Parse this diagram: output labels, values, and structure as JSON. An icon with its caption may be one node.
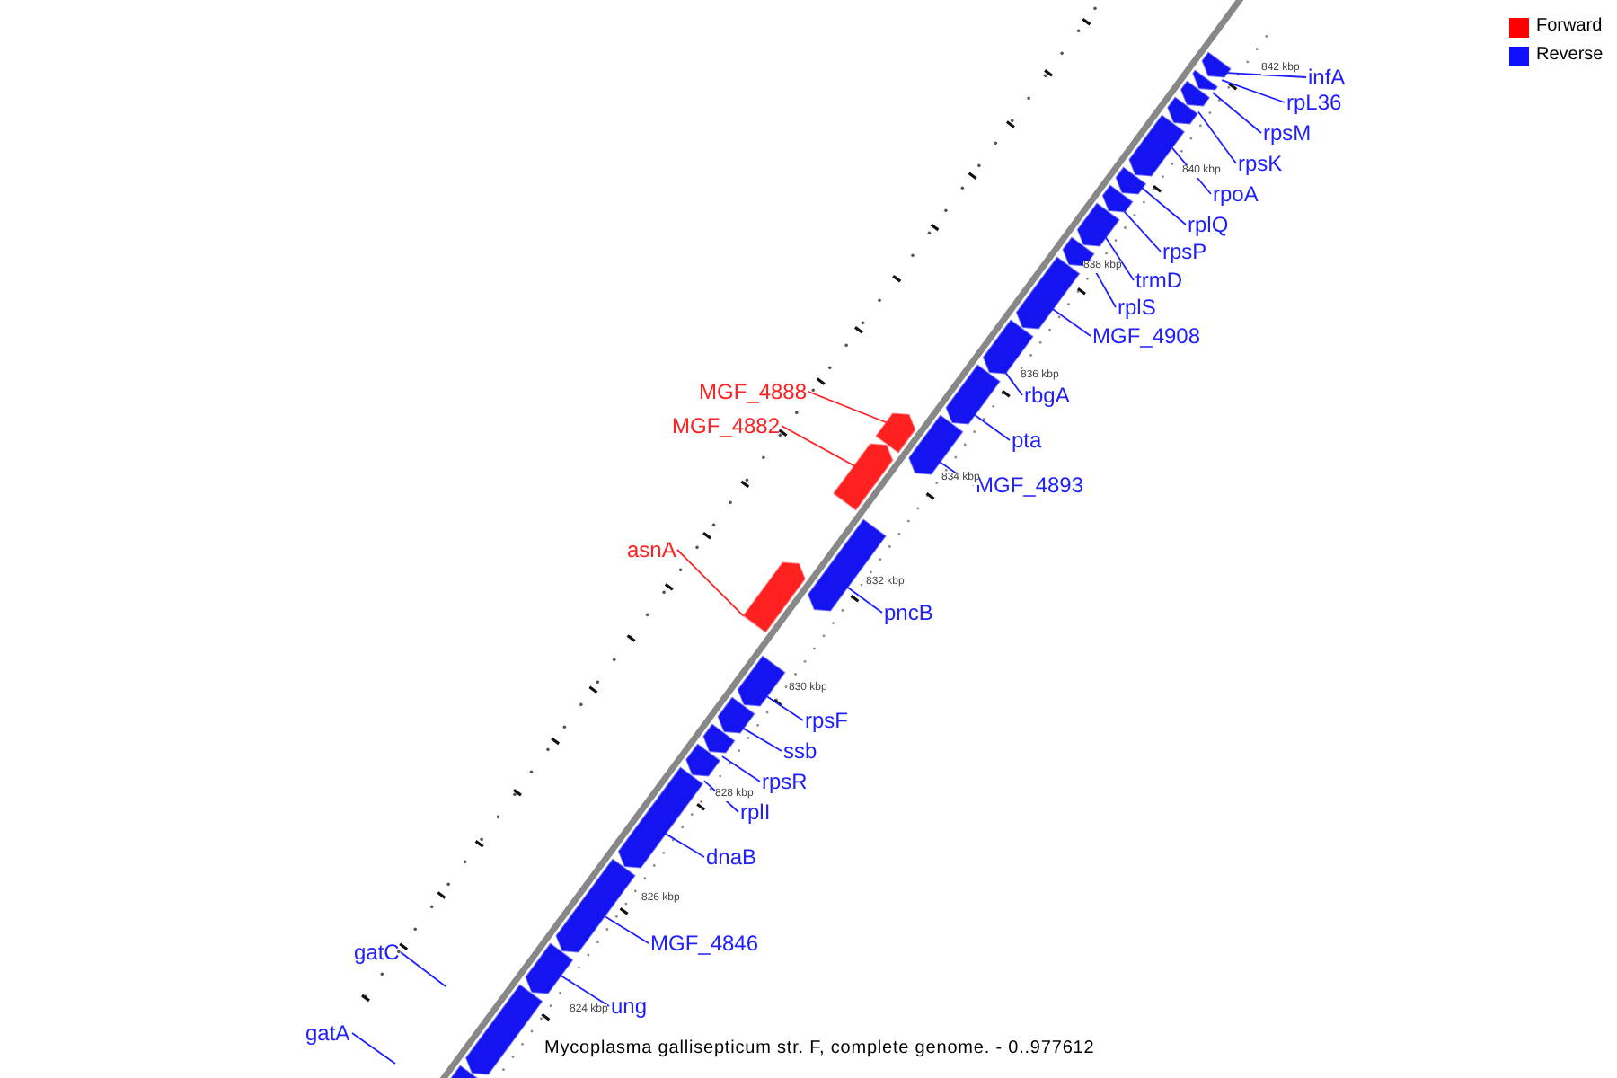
{
  "diagram": {
    "caption": "Mycoplasma gallisepticum str. F, complete genome. - 0..977612",
    "nodes": [
      {
        "text": [
          "infA"
        ]
      },
      {
        "text": [
          "rpL36"
        ]
      },
      {
        "text": [
          "rpsM"
        ]
      },
      {
        "text": [
          "rpsK"
        ]
      },
      {
        "text": [
          "rpoA"
        ]
      },
      {
        "text": [
          "rplQ"
        ]
      },
      {
        "text": [
          "rpsP"
        ]
      },
      {
        "text": [
          "trmD"
        ]
      },
      {
        "text": [
          "rplS"
        ]
      },
      {
        "text": [
          "MGF_4908"
        ]
      },
      {
        "text": [
          "MGF_4888"
        ]
      },
      {
        "text": [
          "rbgA"
        ]
      },
      {
        "text": [
          "MGF_4882"
        ]
      },
      {
        "text": [
          "pta"
        ]
      },
      {
        "text": [
          "MGF_4893"
        ]
      },
      {
        "text": [
          "asnA"
        ]
      },
      {
        "text": [
          "pncB"
        ]
      },
      {
        "text": [
          "rpsF"
        ]
      },
      {
        "text": [
          "ssb"
        ]
      },
      {
        "text": [
          "rpsR"
        ]
      },
      {
        "text": [
          "rplI"
        ]
      },
      {
        "text": [
          "dnaB"
        ]
      },
      {
        "text": [
          "MGF_4846"
        ]
      },
      {
        "text": [
          "gatC"
        ]
      },
      {
        "text": [
          "ung"
        ]
      },
      {
        "text": [
          "gatA"
        ]
      },
      {
        "text": [],
        "shape": "box"
      },
      {
        "text": [],
        "shape": "box"
      },
      {
        "text": [],
        "shape": "box"
      },
      {
        "text": [],
        "shape": "box"
      },
      {
        "text": [],
        "shape": "box"
      },
      {
        "text": [],
        "shape": "box"
      },
      {
        "text": [],
        "shape": "box"
      },
      {
        "text": [],
        "shape": "box"
      },
      {
        "text": [],
        "shape": "box"
      },
      {
        "text": [],
        "shape": "box"
      },
      {
        "text": [],
        "shape": "box"
      },
      {
        "text": [],
        "shape": "box"
      },
      {
        "text": [],
        "shape": "box"
      },
      {
        "text": [],
        "shape": "box"
      },
      {
        "text": [],
        "shape": "box"
      },
      {
        "text": [],
        "shape": "box"
      },
      {
        "text": [],
        "shape": "box"
      },
      {
        "text": [],
        "shape": "box"
      },
      {
        "text": [],
        "shape": "box"
      },
      {
        "text": [],
        "shape": "box"
      },
      {
        "text": [],
        "shape": "box"
      },
      {
        "text": [],
        "shape": "box"
      },
      {
        "text": [],
        "shape": "box"
      },
      {
        "text": [],
        "shape": "box"
      },
      {
        "text": [],
        "shape": "box"
      },
      {
        "text": [],
        "shape": "box"
      }
    ],
    "edges": [
      {
        "from": 0,
        "to": 26,
        "arrow": "none"
      },
      {
        "from": 1,
        "to": 27,
        "arrow": "none"
      },
      {
        "from": 2,
        "to": 28,
        "arrow": "none"
      },
      {
        "from": 3,
        "to": 29,
        "arrow": "none"
      },
      {
        "from": 4,
        "to": 30,
        "arrow": "none"
      },
      {
        "from": 5,
        "to": 31,
        "arrow": "none"
      },
      {
        "from": 6,
        "to": 32,
        "arrow": "none"
      },
      {
        "from": 7,
        "to": 33,
        "arrow": "none"
      },
      {
        "from": 8,
        "to": 34,
        "arrow": "none"
      },
      {
        "from": 9,
        "to": 35,
        "arrow": "none"
      },
      {
        "from": 10,
        "to": 39,
        "arrow": "none",
        "color": "#ff2020"
      },
      {
        "from": 11,
        "to": 36,
        "arrow": "none"
      },
      {
        "from": 12,
        "to": 40,
        "arrow": "none",
        "color": "#ff2020"
      },
      {
        "from": 13,
        "to": 37,
        "arrow": "none"
      },
      {
        "from": 14,
        "to": 38,
        "arrow": "none"
      },
      {
        "from": 15,
        "to": 42,
        "arrow": "none",
        "color": "#ff2020"
      },
      {
        "from": 16,
        "to": 41,
        "arrow": "none"
      },
      {
        "from": 17,
        "to": 43,
        "arrow": "none"
      },
      {
        "from": 18,
        "to": 44,
        "arrow": "none"
      },
      {
        "from": 19,
        "to": 45,
        "arrow": "none"
      },
      {
        "from": 20,
        "to": 46,
        "arrow": "none"
      },
      {
        "from": 21,
        "to": 47,
        "arrow": "none"
      },
      {
        "from": 22,
        "to": 48,
        "arrow": "none"
      },
      {
        "from": 23,
        "to": null,
        "arrow": "none"
      },
      {
        "from": 24,
        "to": 49,
        "arrow": "none"
      },
      {
        "from": 25,
        "to": null,
        "arrow": "none"
      }
    ],
    "labels": [
      "842 kbp",
      "840 kbp",
      "838 kbp",
      "836 kbp",
      "834 kbp",
      "832 kbp",
      "830 kbp",
      "828 kbp",
      "826 kbp",
      "824 kbp"
    ],
    "legend": [
      {
        "text": "Forward",
        "color": "#ff0000"
      },
      {
        "text": "Reverse",
        "color": "#1010ff"
      }
    ]
  }
}
